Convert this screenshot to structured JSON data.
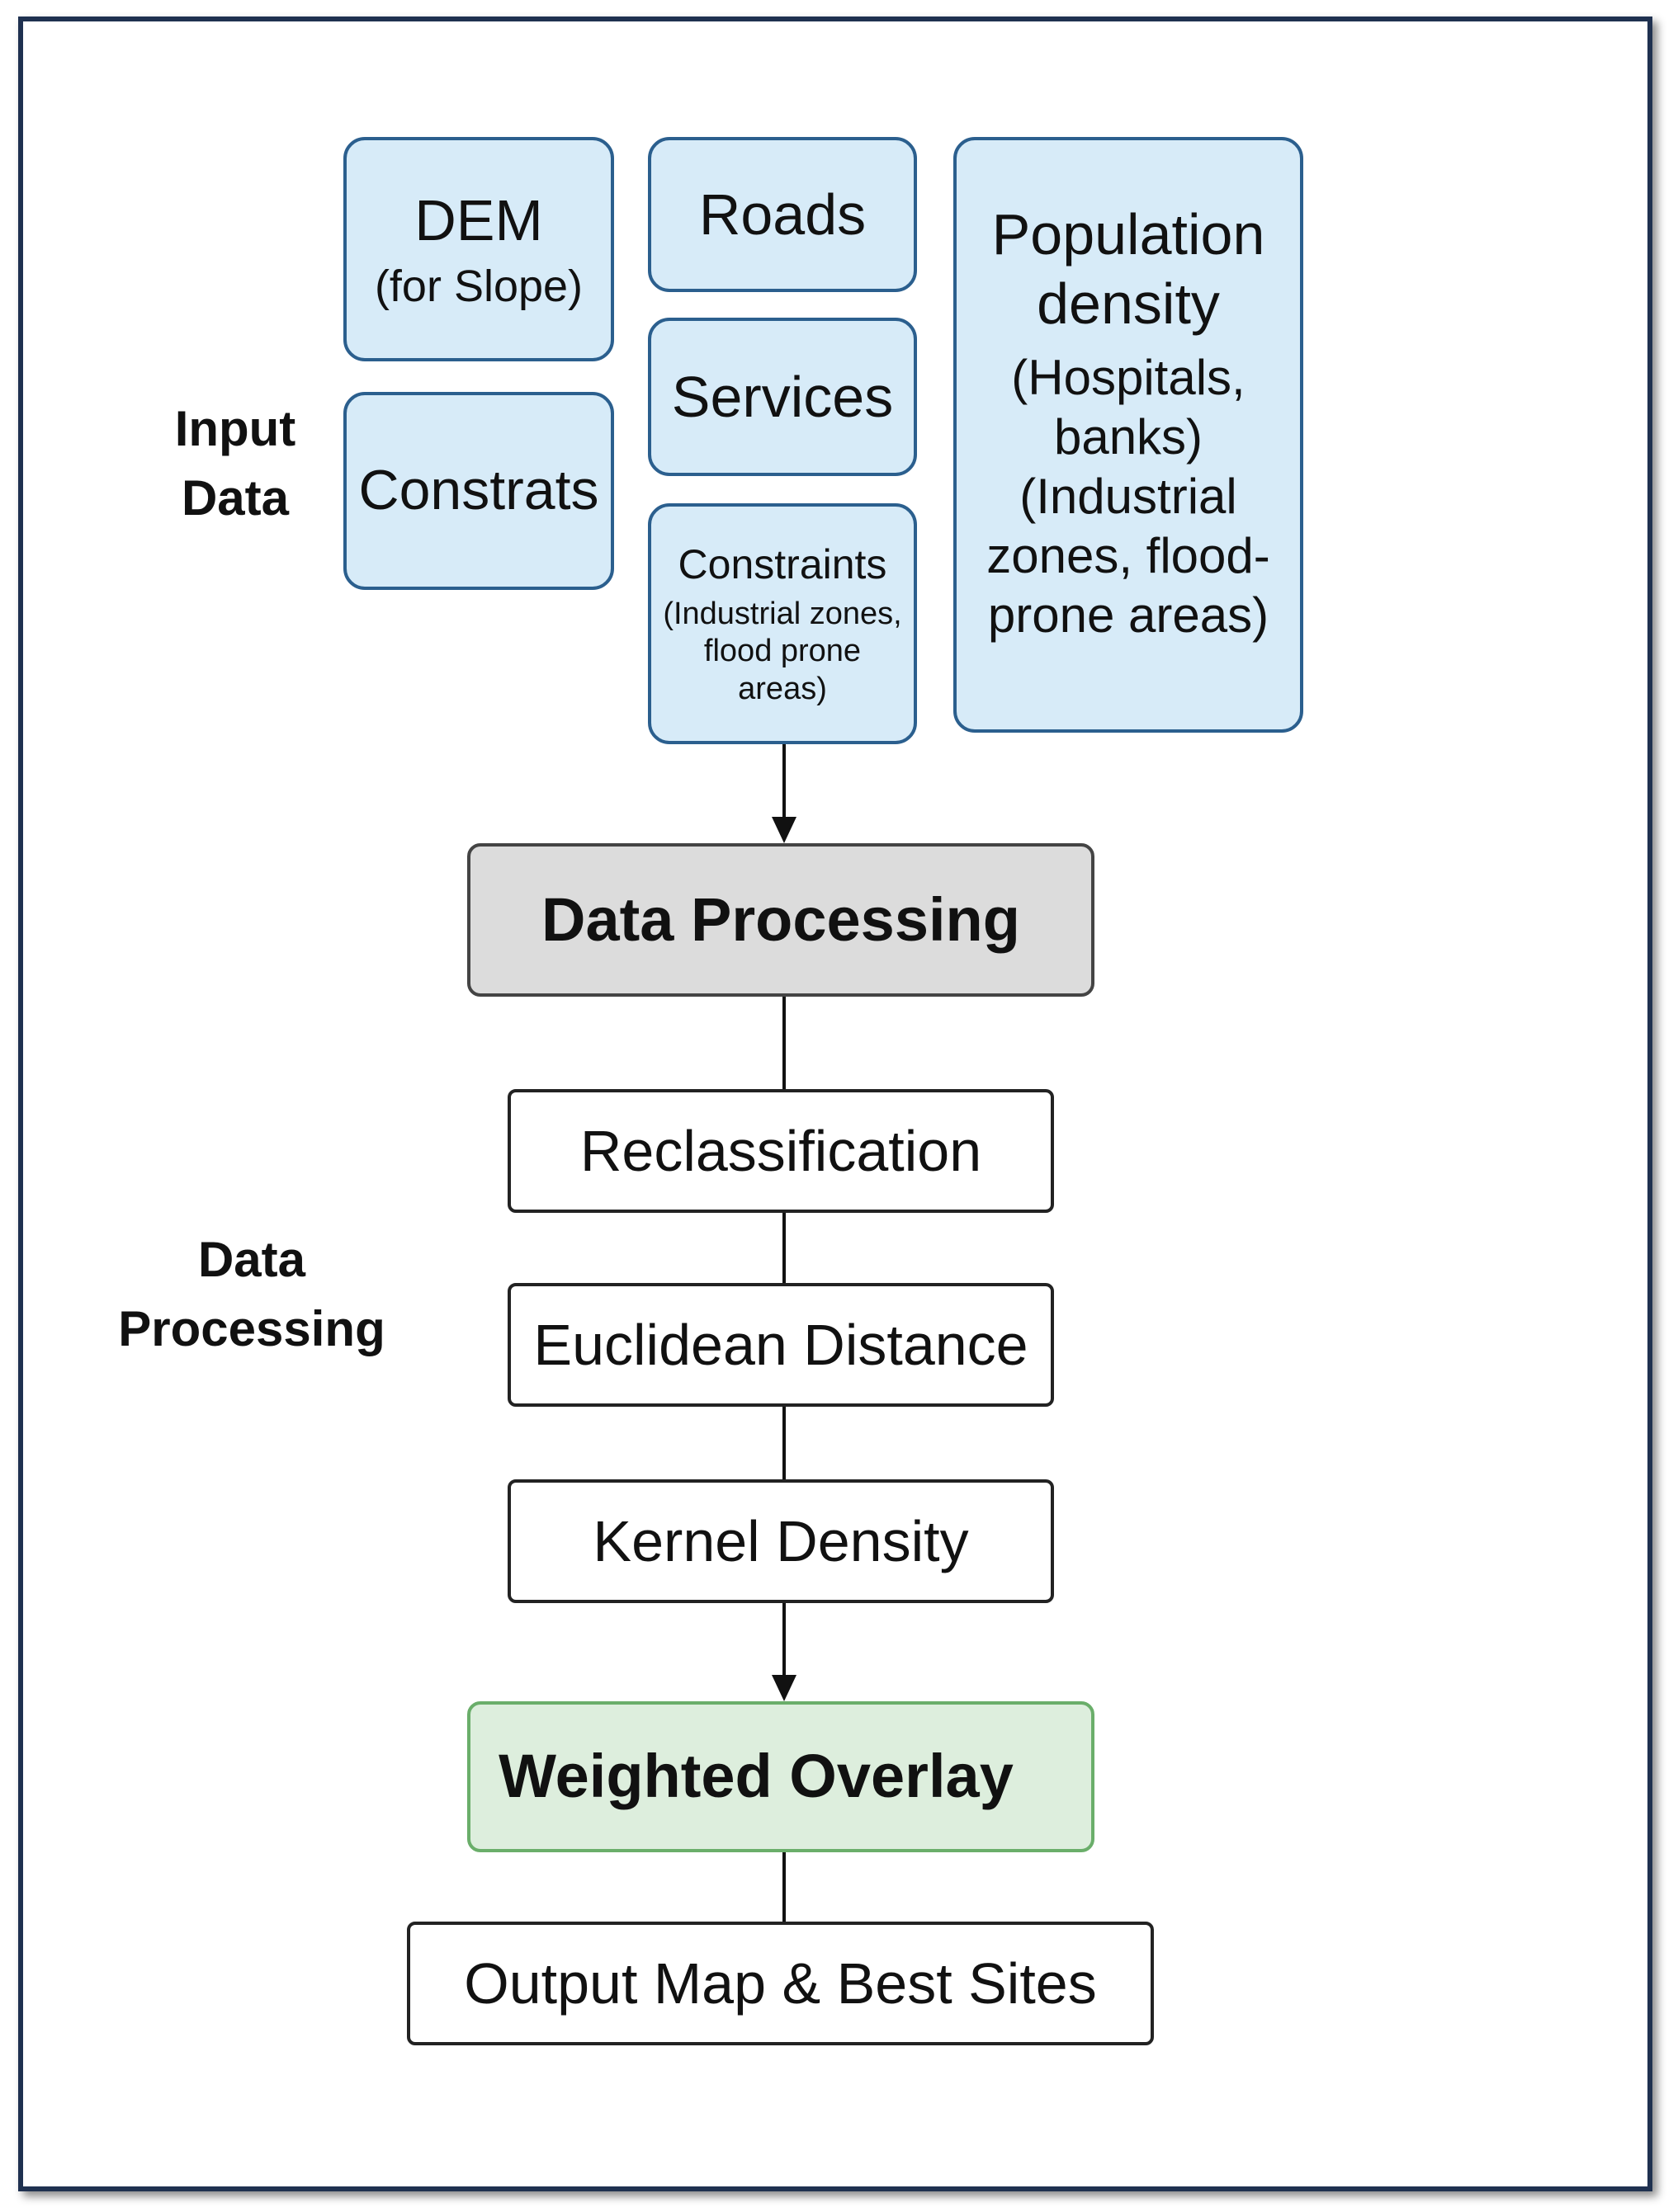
{
  "labels": {
    "input_data": [
      "Input",
      "Data"
    ],
    "data_processing": [
      "Data",
      "Processing"
    ]
  },
  "inputs": {
    "dem": {
      "title": "DEM",
      "sub": "(for Slope)"
    },
    "roads": "Roads",
    "population": [
      "Population",
      "density",
      "(Hospitals,",
      "banks)",
      "(Industrial",
      "zones, flood-",
      "prone areas)"
    ],
    "services": "Services",
    "constrats": "Constrats",
    "constraints": {
      "title": "Constraints",
      "sub": [
        "(Industrial zones,",
        "flood prone",
        "areas)"
      ]
    }
  },
  "process": {
    "main": "Data Processing",
    "steps": [
      "Reclassification",
      "Euclidean Distance",
      "Kernel Density"
    ],
    "overlay": "Weighted Overlay",
    "output": "Output Map & Best Sites"
  },
  "colors": {
    "frame": "#1f3150",
    "input_fill": "#d7ebf8",
    "input_border": "#2b5f8e",
    "processing_fill": "#dcdcdc",
    "overlay_fill": "#ddeedd",
    "overlay_border": "#6aae6a"
  }
}
